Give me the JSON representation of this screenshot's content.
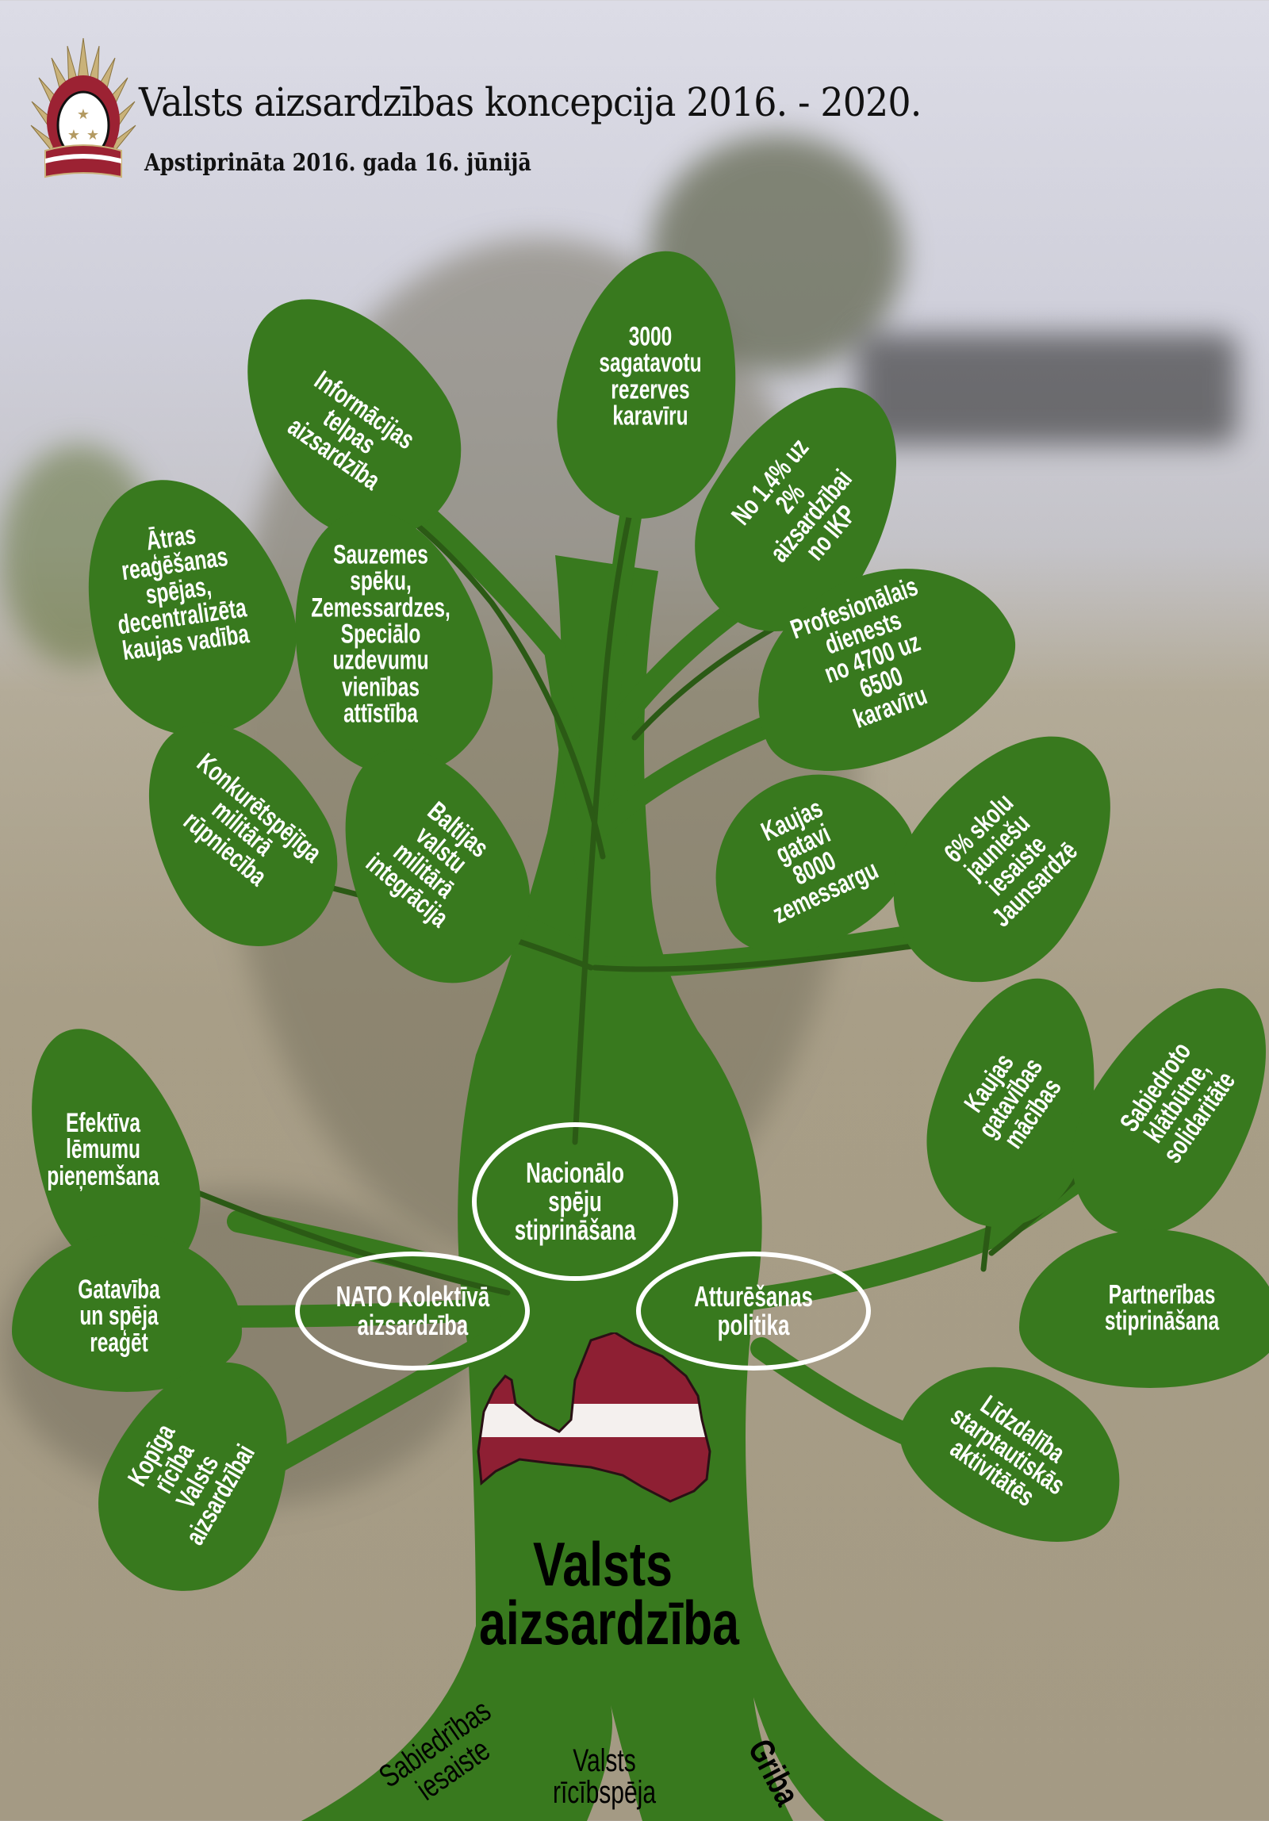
{
  "header": {
    "title": "Valsts aizsardzības koncepcija 2016. - 2020.",
    "subtitle": "Apstiprināta 2016. gada 16. jūnijā"
  },
  "colors": {
    "leaf": "#38791e",
    "vein": "#2b5a15",
    "crest_red": "#9c2233",
    "gold": "#b39a62"
  },
  "leaves": [
    "Informācijas\ntelpas\naizsardzība",
    "3000\nsagatavotu\nrezerves\nkaravīru",
    "No 1.4% uz 2%\naizsardzībai\nno IKP",
    "Ātras\nreaģēšanas\nspējas,\ndecentralizēta\nkaujas vadība",
    "Sauzemes\nspēku,\nZemessardzes,\nSpeciālo\nuzdevumu\nvienības\nattīstība",
    "Profesionālais\ndienests\nno 4700 uz 6500\nkaravīru",
    "Konkurētspējīga\nmilitārā\nrūpniecība",
    "Baltijas  valstu\nmilitārā integrācija",
    "Kaujas gatavi\n8000\nzemessargu",
    "6% skolu jauniešu\niesaiste Jaunsardzē",
    "Efektīva\nlēmumu\npieņemšana",
    "Gatavība un spēja\nreaģēt",
    "Kopīga rīcība\nValsts\naizsardzībai",
    "Kaujas\ngatavības\nmācības",
    "Sabiedroto\nklātbūtne,\nsolidaritāte",
    "Partnerības\nstiprināšana",
    "Līdzdalība\nstarptautiskās\naktivitātēs"
  ],
  "pillars": {
    "national": "Nacionālo\nspēju\nstiprināšana",
    "nato": "NATO Kolektīvā\naizsardzība",
    "deterrence": "Atturēšanas\npolitika"
  },
  "trunk": {
    "title": "Valsts\naizsardzība"
  },
  "roots": {
    "society": "Sabiedrības\niesaiste",
    "capacity": "Valsts\nrīcībspēja",
    "will": "Griba"
  }
}
